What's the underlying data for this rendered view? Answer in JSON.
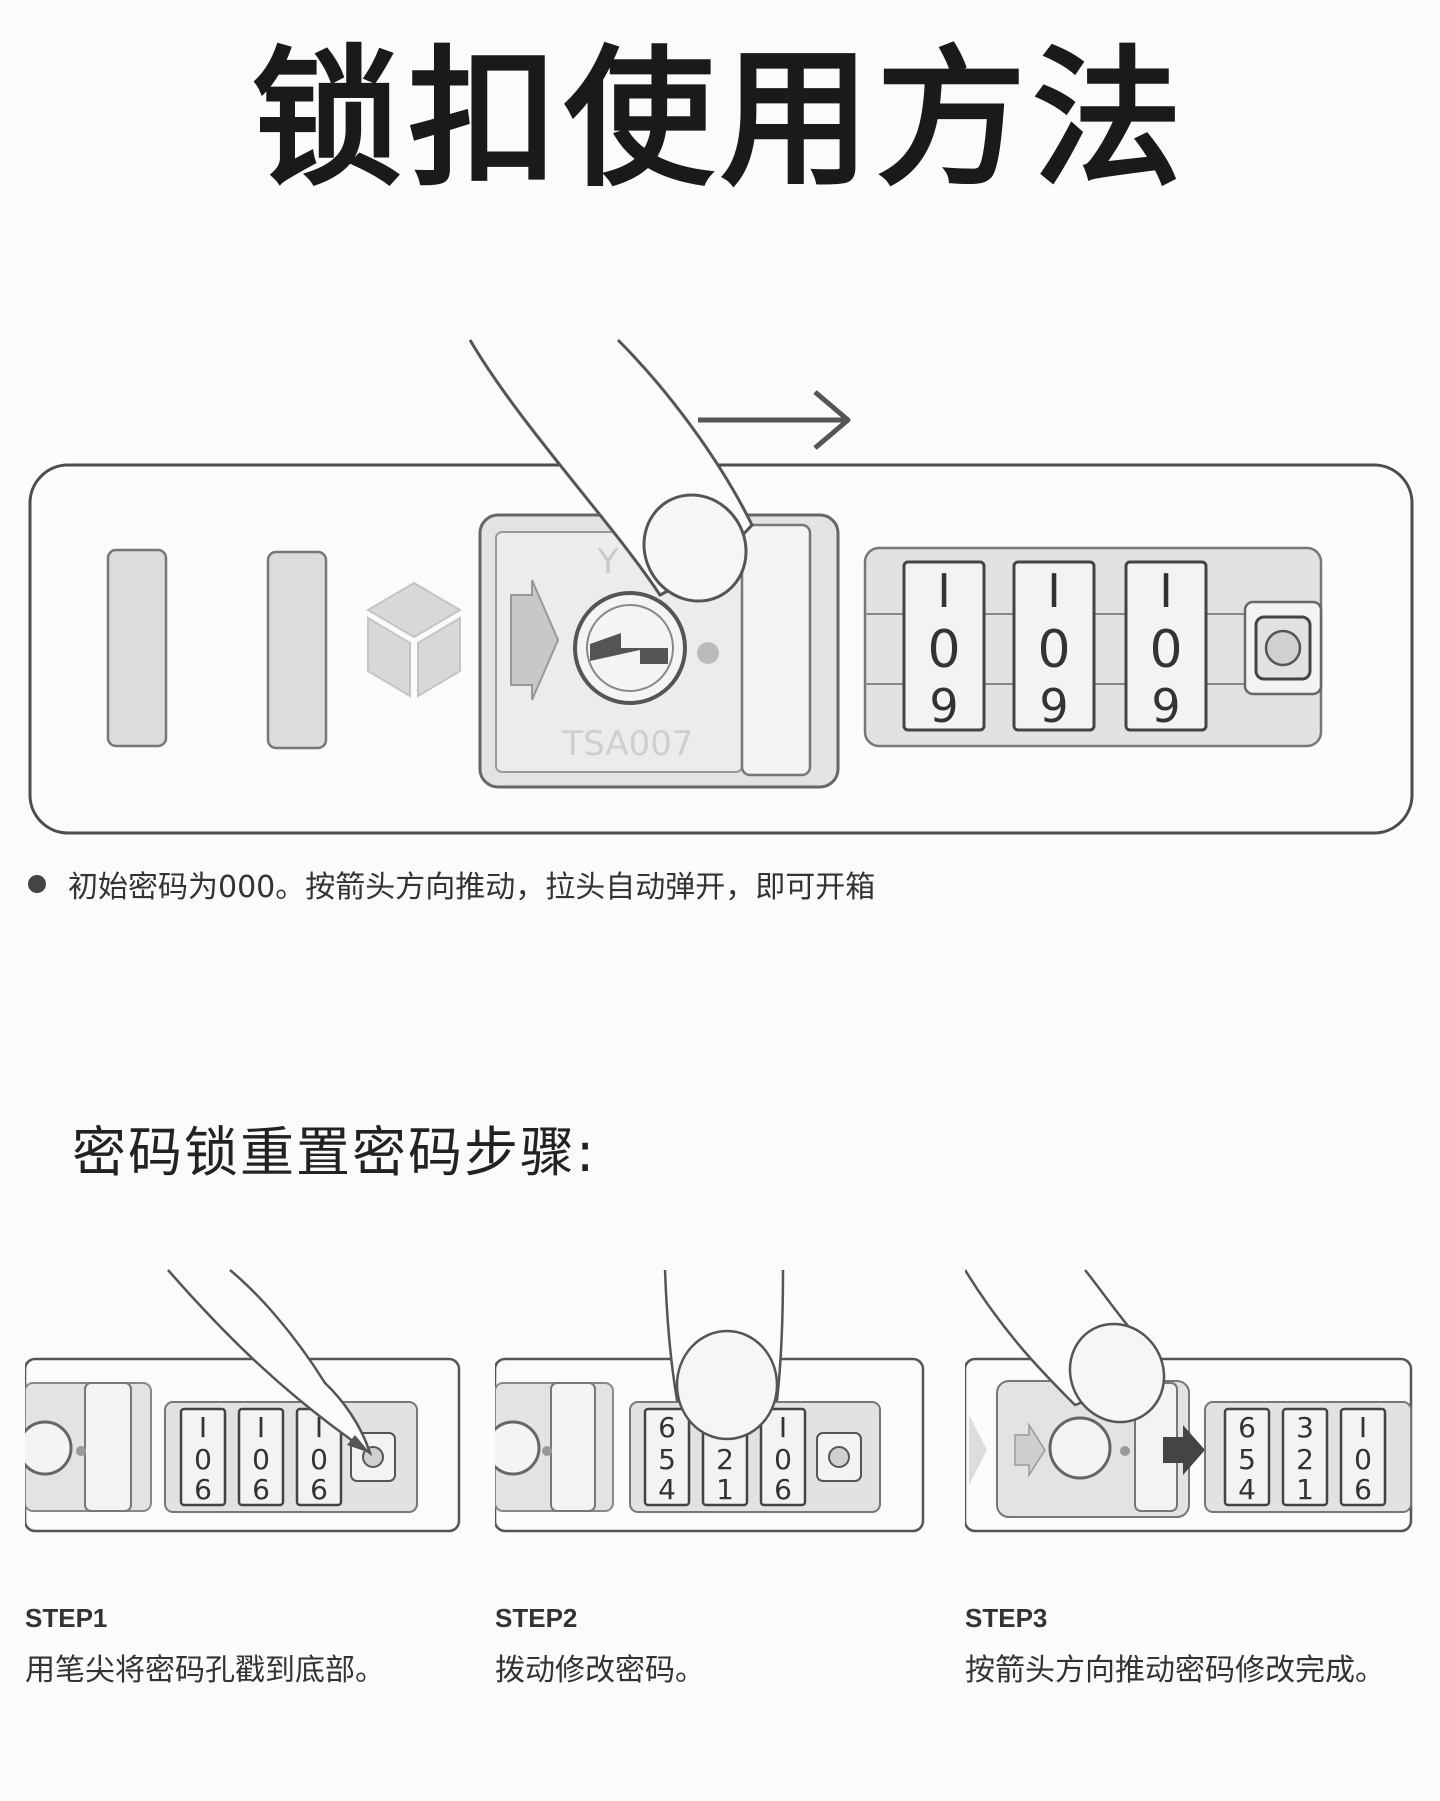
{
  "title": "锁扣使用方法",
  "main_note": "初始密码为000。按箭头方向推动，拉头自动弹开，即可开箱",
  "lock": {
    "brand_mark": "Y",
    "tsa_label": "TSA007"
  },
  "reset": {
    "heading": "密码锁重置密码步骤:",
    "steps": [
      {
        "label": "STEP1",
        "text": "用笔尖将密码孔戳到底部。"
      },
      {
        "label": "STEP2",
        "text": "拨动修改密码。"
      },
      {
        "label": "STEP3",
        "text": "按箭头方向推动密码修改完成。"
      }
    ]
  },
  "colors": {
    "line": "#555555",
    "panel": "#e6e6e6",
    "dark_panel": "#cfcfcf",
    "arrow": "#444444"
  }
}
